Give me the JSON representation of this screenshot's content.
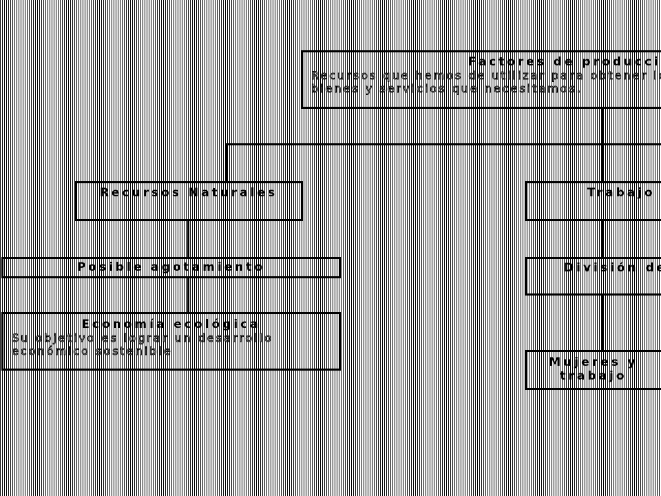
{
  "diagram": {
    "root": {
      "title": "Factores de producción",
      "description": "Recursos que hemos de utilizar para obtener los bienes y servicios que necesitamos."
    },
    "natural_resources": {
      "title": "Recursos Naturales"
    },
    "depletion": {
      "title": "Posible agotamiento"
    },
    "ecological_economy": {
      "title": "Economía ecológica",
      "description": "Su objetivo es lograr un desarrollo económico sostenible"
    },
    "labor": {
      "title": "Trabajo"
    },
    "division": {
      "title": "División del trabajo"
    },
    "women_work": {
      "title": "Mujeres y trabajo"
    }
  }
}
